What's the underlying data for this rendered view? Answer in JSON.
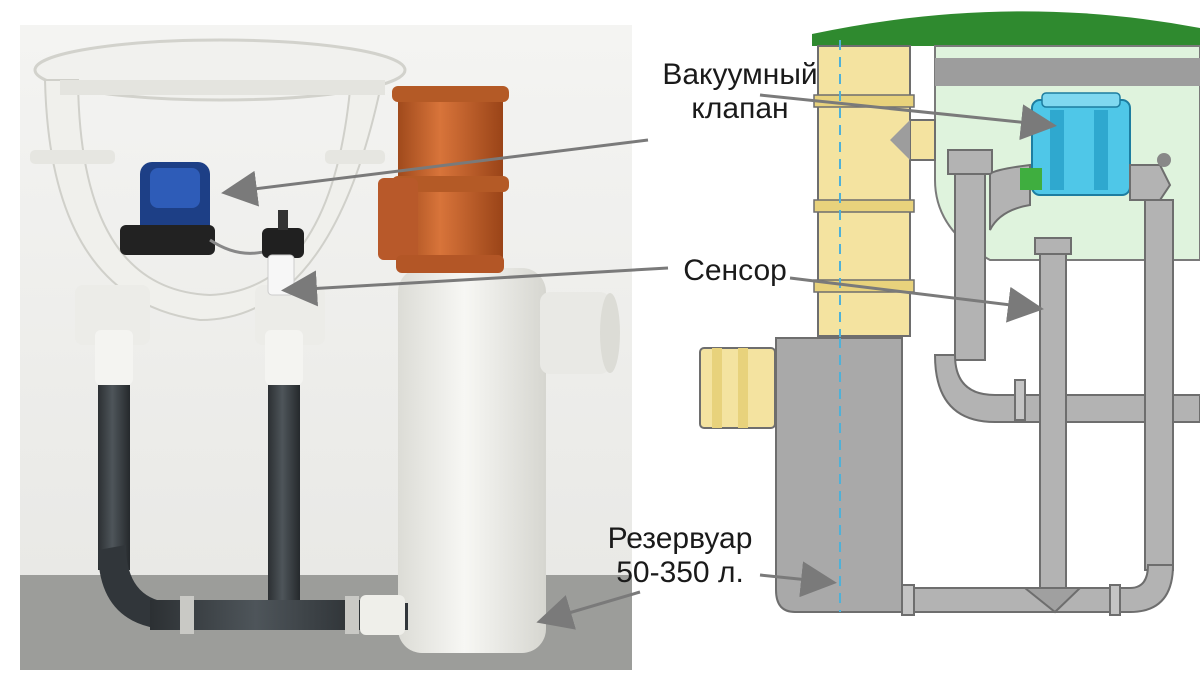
{
  "labels": {
    "valve_line1": "Вакуумный",
    "valve_line2": "клапан",
    "sensor": "Сенсор",
    "tank_line1": "Резервуар",
    "tank_line2": "50-350 л."
  },
  "colors": {
    "tank_gray": "#a9a9a9",
    "riser_yellow": "#f4e3a0",
    "lid_green": "#2f8a2f",
    "valve_cyan": "#4fc7e8",
    "pipe_orange": "#c8632a",
    "photo_white": "#eeeeea",
    "arrow_gray": "#7a7a7a"
  }
}
